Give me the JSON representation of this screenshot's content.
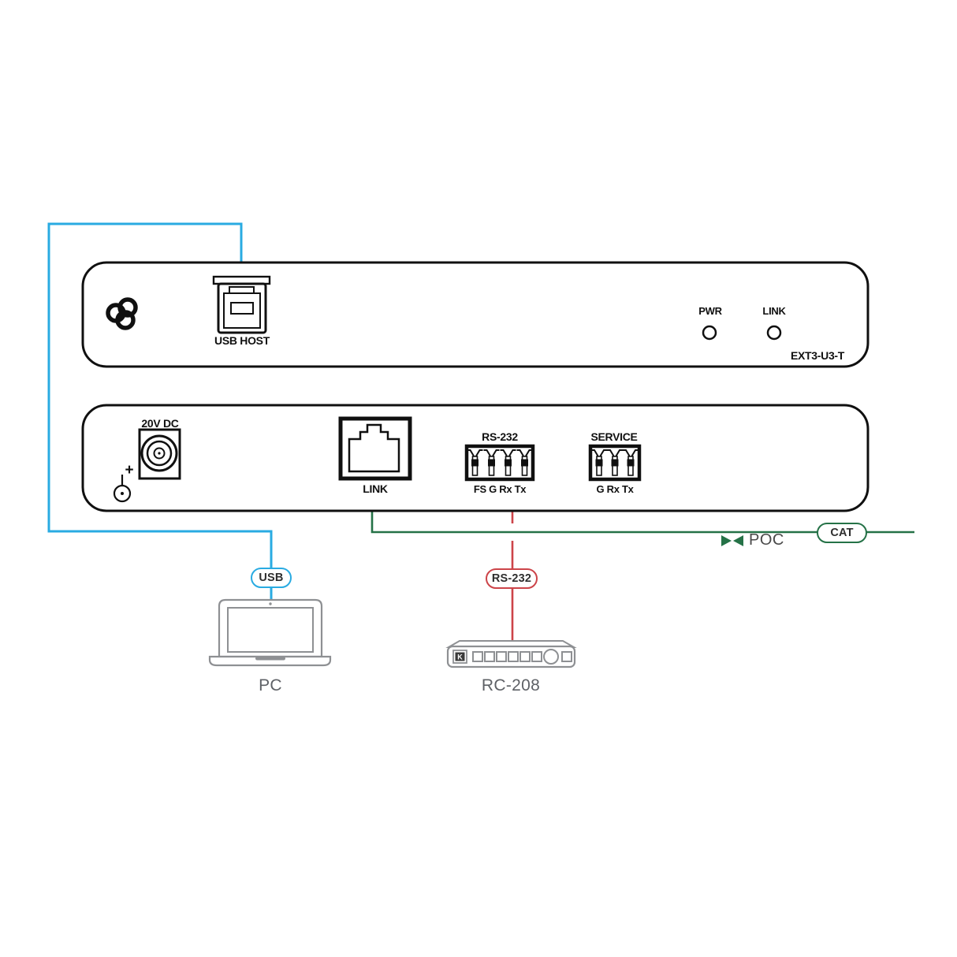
{
  "diagram": {
    "front_panel": {
      "usb_host_label": "USB HOST",
      "pwr_led_label": "PWR",
      "link_led_label": "LINK",
      "model_label": "EXT3-U3-T"
    },
    "rear_panel": {
      "power_label": "20V DC",
      "polarity_label": "+",
      "link_port_label": "LINK",
      "rs232_port_label": "RS-232",
      "rs232_pins_label": "FS G Rx Tx",
      "service_port_label": "SERVICE",
      "service_pins_label": "G Rx Tx"
    },
    "connections": {
      "usb_cable_tag": "USB",
      "rs232_cable_tag": "RS-232",
      "cat_cable_tag": "CAT",
      "poc_label": "POC"
    },
    "devices": {
      "pc_label": "PC",
      "rc208_label": "RC-208",
      "rc208_logo_text": "K"
    },
    "colors": {
      "usb_blue": "#29ABE2",
      "serial_red": "#CC4449",
      "cat_green": "#257247",
      "ink": "#101010",
      "device_gray": "#8E9093",
      "text_gray": "#5E6166",
      "label_dark": "#4A4A4A"
    }
  }
}
